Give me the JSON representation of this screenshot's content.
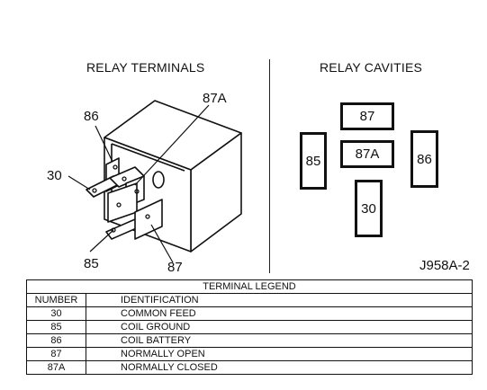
{
  "headings": {
    "relay_terminals": "RELAY TERMINALS",
    "relay_cavities": "RELAY CAVITIES"
  },
  "terminal_labels": {
    "t86": "86",
    "t87a": "87A",
    "t30": "30",
    "t85": "85",
    "t87": "87"
  },
  "cavities": {
    "c87": "87",
    "c85": "85",
    "c87a": "87A",
    "c86": "86",
    "c30": "30"
  },
  "figure_id": "J958A-2",
  "legend": {
    "title": "TERMINAL LEGEND",
    "col_number": "NUMBER",
    "col_identification": "IDENTIFICATION",
    "rows": [
      {
        "number": "30",
        "identification": "COMMON FEED"
      },
      {
        "number": "85",
        "identification": "COIL GROUND"
      },
      {
        "number": "86",
        "identification": "COIL BATTERY"
      },
      {
        "number": "87",
        "identification": "NORMALLY OPEN"
      },
      {
        "number": "87A",
        "identification": "NORMALLY CLOSED"
      }
    ]
  }
}
